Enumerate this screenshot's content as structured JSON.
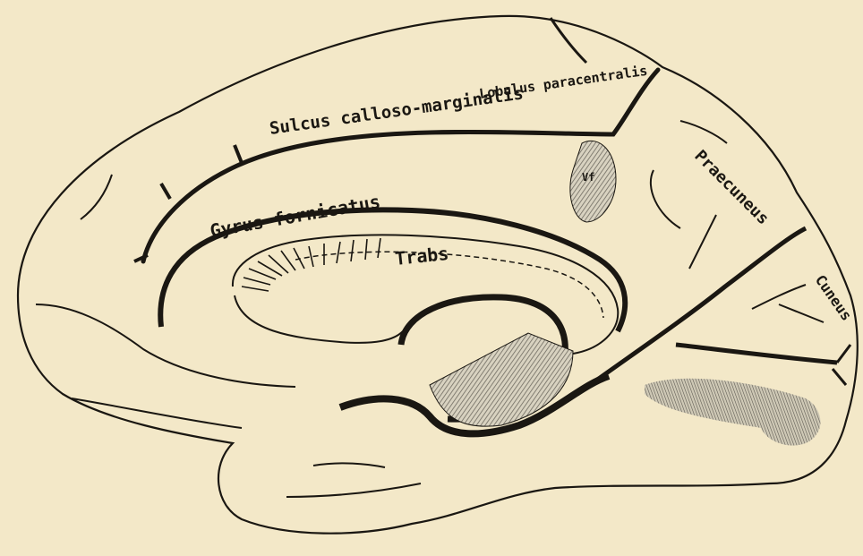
{
  "labels": {
    "sulcus": "Sulcus calloso-marginalis",
    "lobulus": "Lobulus paracentralis",
    "praecuneus": "Praecuneus",
    "gyrus": "Gyrus fornicatus",
    "trabs": "Trabs",
    "cuneus": "Cuneus",
    "vf": "Vf"
  },
  "colors": {
    "paper": "#f3e8c8",
    "ink": "#1a1712",
    "hatch": "#9a968c"
  }
}
